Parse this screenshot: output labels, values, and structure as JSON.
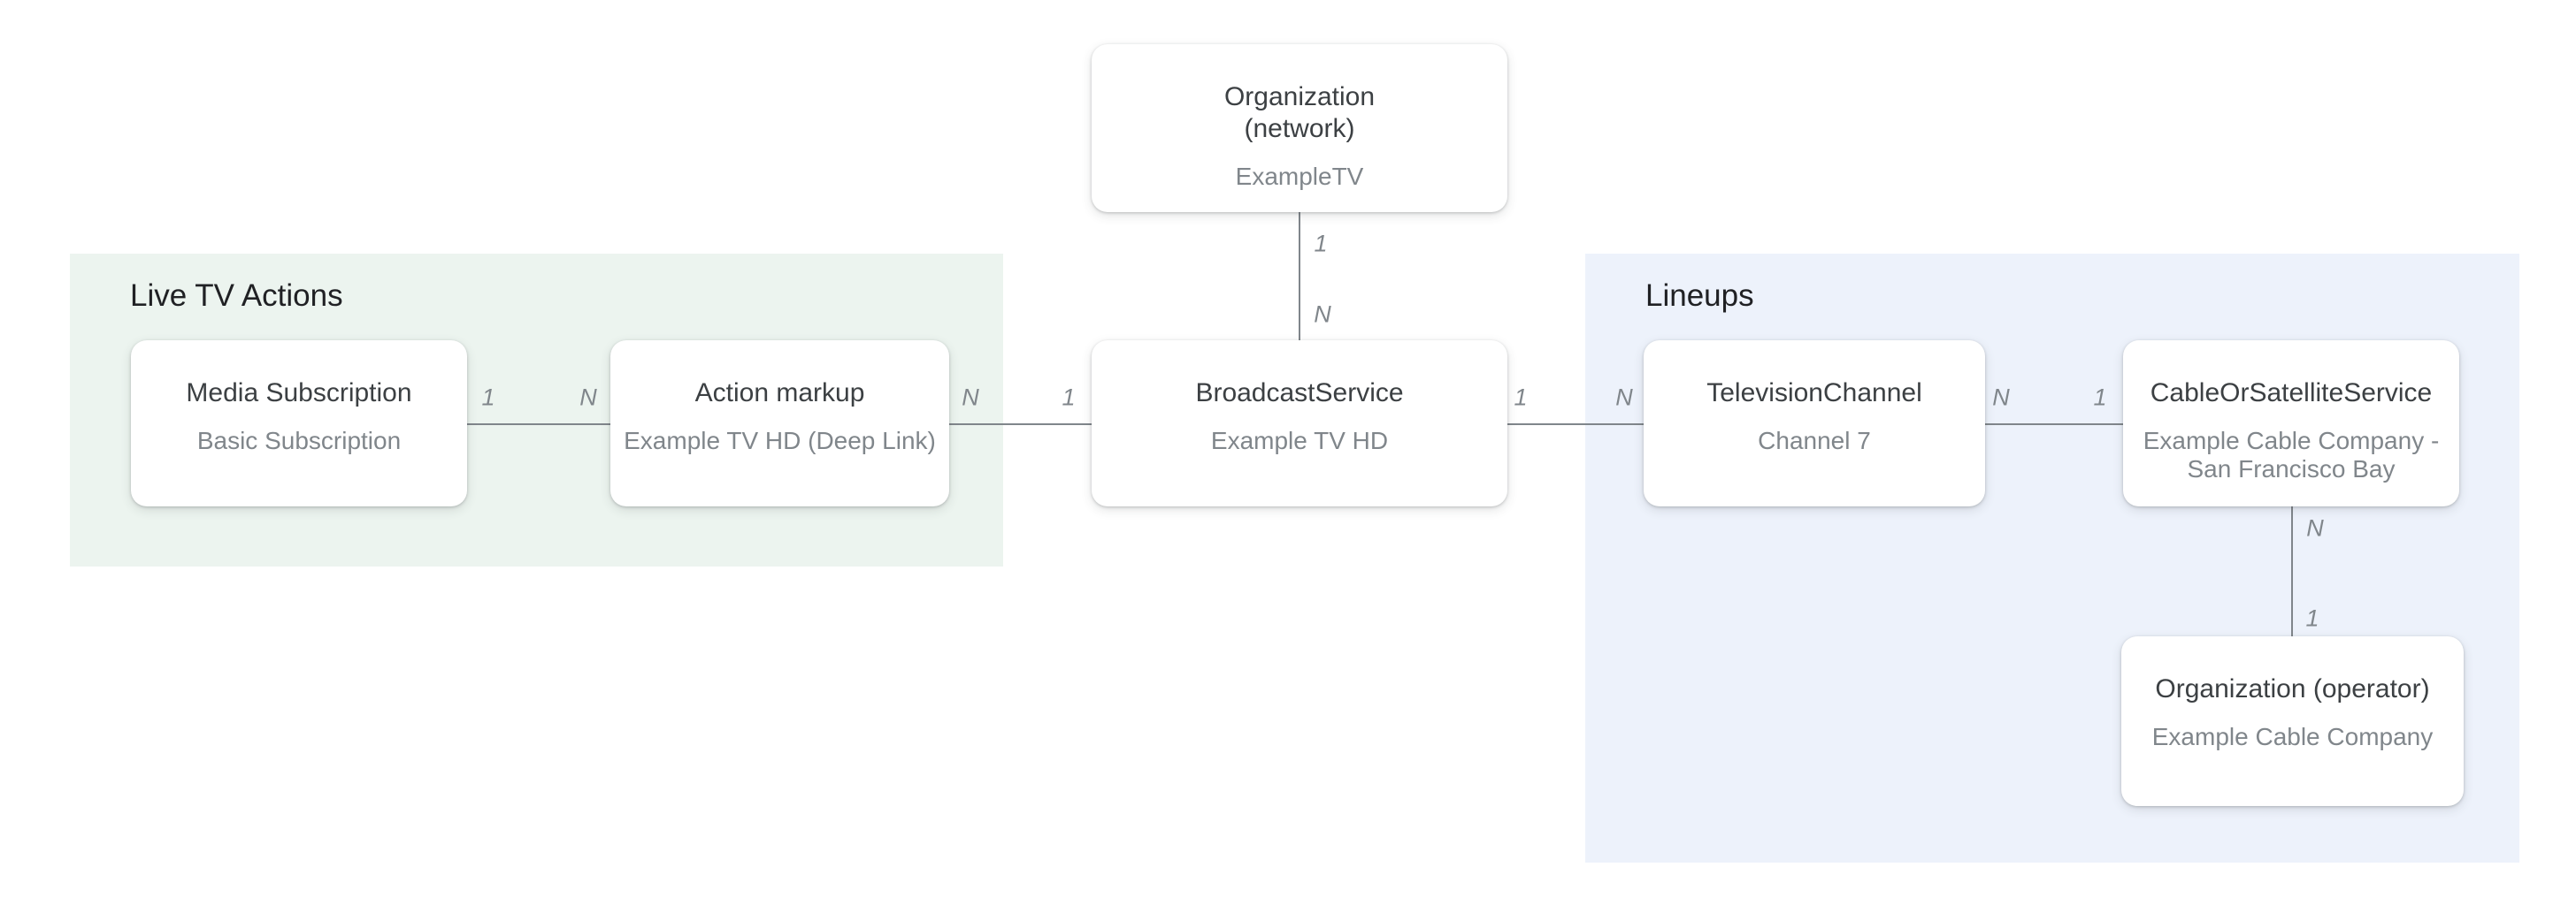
{
  "sections": {
    "live_tv_actions": {
      "label": "Live TV Actions"
    },
    "lineups": {
      "label": "Lineups"
    }
  },
  "nodes": {
    "organization_network": {
      "title": "Organization\n(network)",
      "subtitle": "ExampleTV"
    },
    "media_subscription": {
      "title": "Media Subscription",
      "subtitle": "Basic Subscription"
    },
    "action_markup": {
      "title": "Action markup",
      "subtitle": "Example TV HD (Deep Link)"
    },
    "broadcast_service": {
      "title": "BroadcastService",
      "subtitle": "Example TV HD"
    },
    "television_channel": {
      "title": "TelevisionChannel",
      "subtitle": "Channel 7"
    },
    "cable_or_satellite_service": {
      "title": "CableOrSatelliteService",
      "subtitle": "Example Cable Company - San Francisco Bay"
    },
    "organization_operator": {
      "title": "Organization (operator)",
      "subtitle": "Example Cable Company"
    }
  },
  "edges": {
    "network_to_broadcast": {
      "from_label": "1",
      "to_label": "N"
    },
    "media_to_action": {
      "from_label": "1",
      "to_label": "N"
    },
    "action_to_broadcast": {
      "from_label": "N",
      "to_label": "1"
    },
    "broadcast_to_channel": {
      "from_label": "1",
      "to_label": "N"
    },
    "channel_to_cable": {
      "from_label": "N",
      "to_label": "1"
    },
    "cable_to_operator": {
      "from_label": "N",
      "to_label": "1"
    }
  },
  "colors": {
    "live_tv_actions_bg": "#ECF4EF",
    "lineups_bg": "#EDF2FB",
    "node_bg": "#FFFFFF",
    "node_title_text": "#3C4043",
    "node_subtitle_text": "#80868B",
    "section_title_text": "#202124",
    "connector_line": "#80868B",
    "edge_label_text": "#80868B"
  }
}
